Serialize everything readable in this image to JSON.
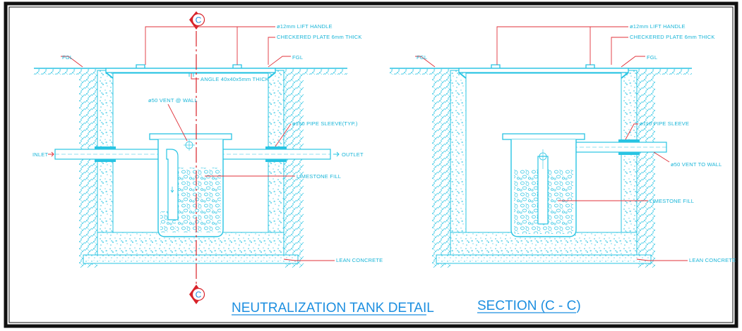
{
  "colors": {
    "drawing": "#29c4e3",
    "leader": "#e0323a",
    "title": "#1d8fe0",
    "section_marker": "#d8232a",
    "frame": "#111111"
  },
  "left_view": {
    "section_mark_letter": "C",
    "labels": {
      "lift_handle": "ø12mm LIFT HANDLE",
      "checkered_plate": "CHECKERED PLATE 6mm THICK",
      "fgl_left": "FGL",
      "fgl_right": "FGL",
      "angle": "ANGLE 40x40x5mm THICK",
      "vent": "ø50 VENT @ WALL",
      "pipe_sleeve": "ø160 PIPE SLEEVE(TYP.)",
      "inlet": "INLET",
      "outlet": "OUTLET",
      "limestone": "LIMESTONE FILL",
      "lean_concrete": "LEAN CONCRETE"
    },
    "title": "NEUTRALIZATION TANK DETAIL"
  },
  "right_view": {
    "labels": {
      "lift_handle": "ø12mm LIFT HANDLE",
      "checkered_plate": "CHECKERED PLATE 6mm THICK",
      "fgl_left": "FGL",
      "fgl_right": "FGL",
      "pipe_sleeve": "ø110 PIPE SLEEVE",
      "vent": "ø50 VENT TO WALL",
      "limestone": "LIMESTONE FILL",
      "lean_concrete": "LEAN CONCRETE"
    },
    "title": "SECTION (C - C)"
  }
}
